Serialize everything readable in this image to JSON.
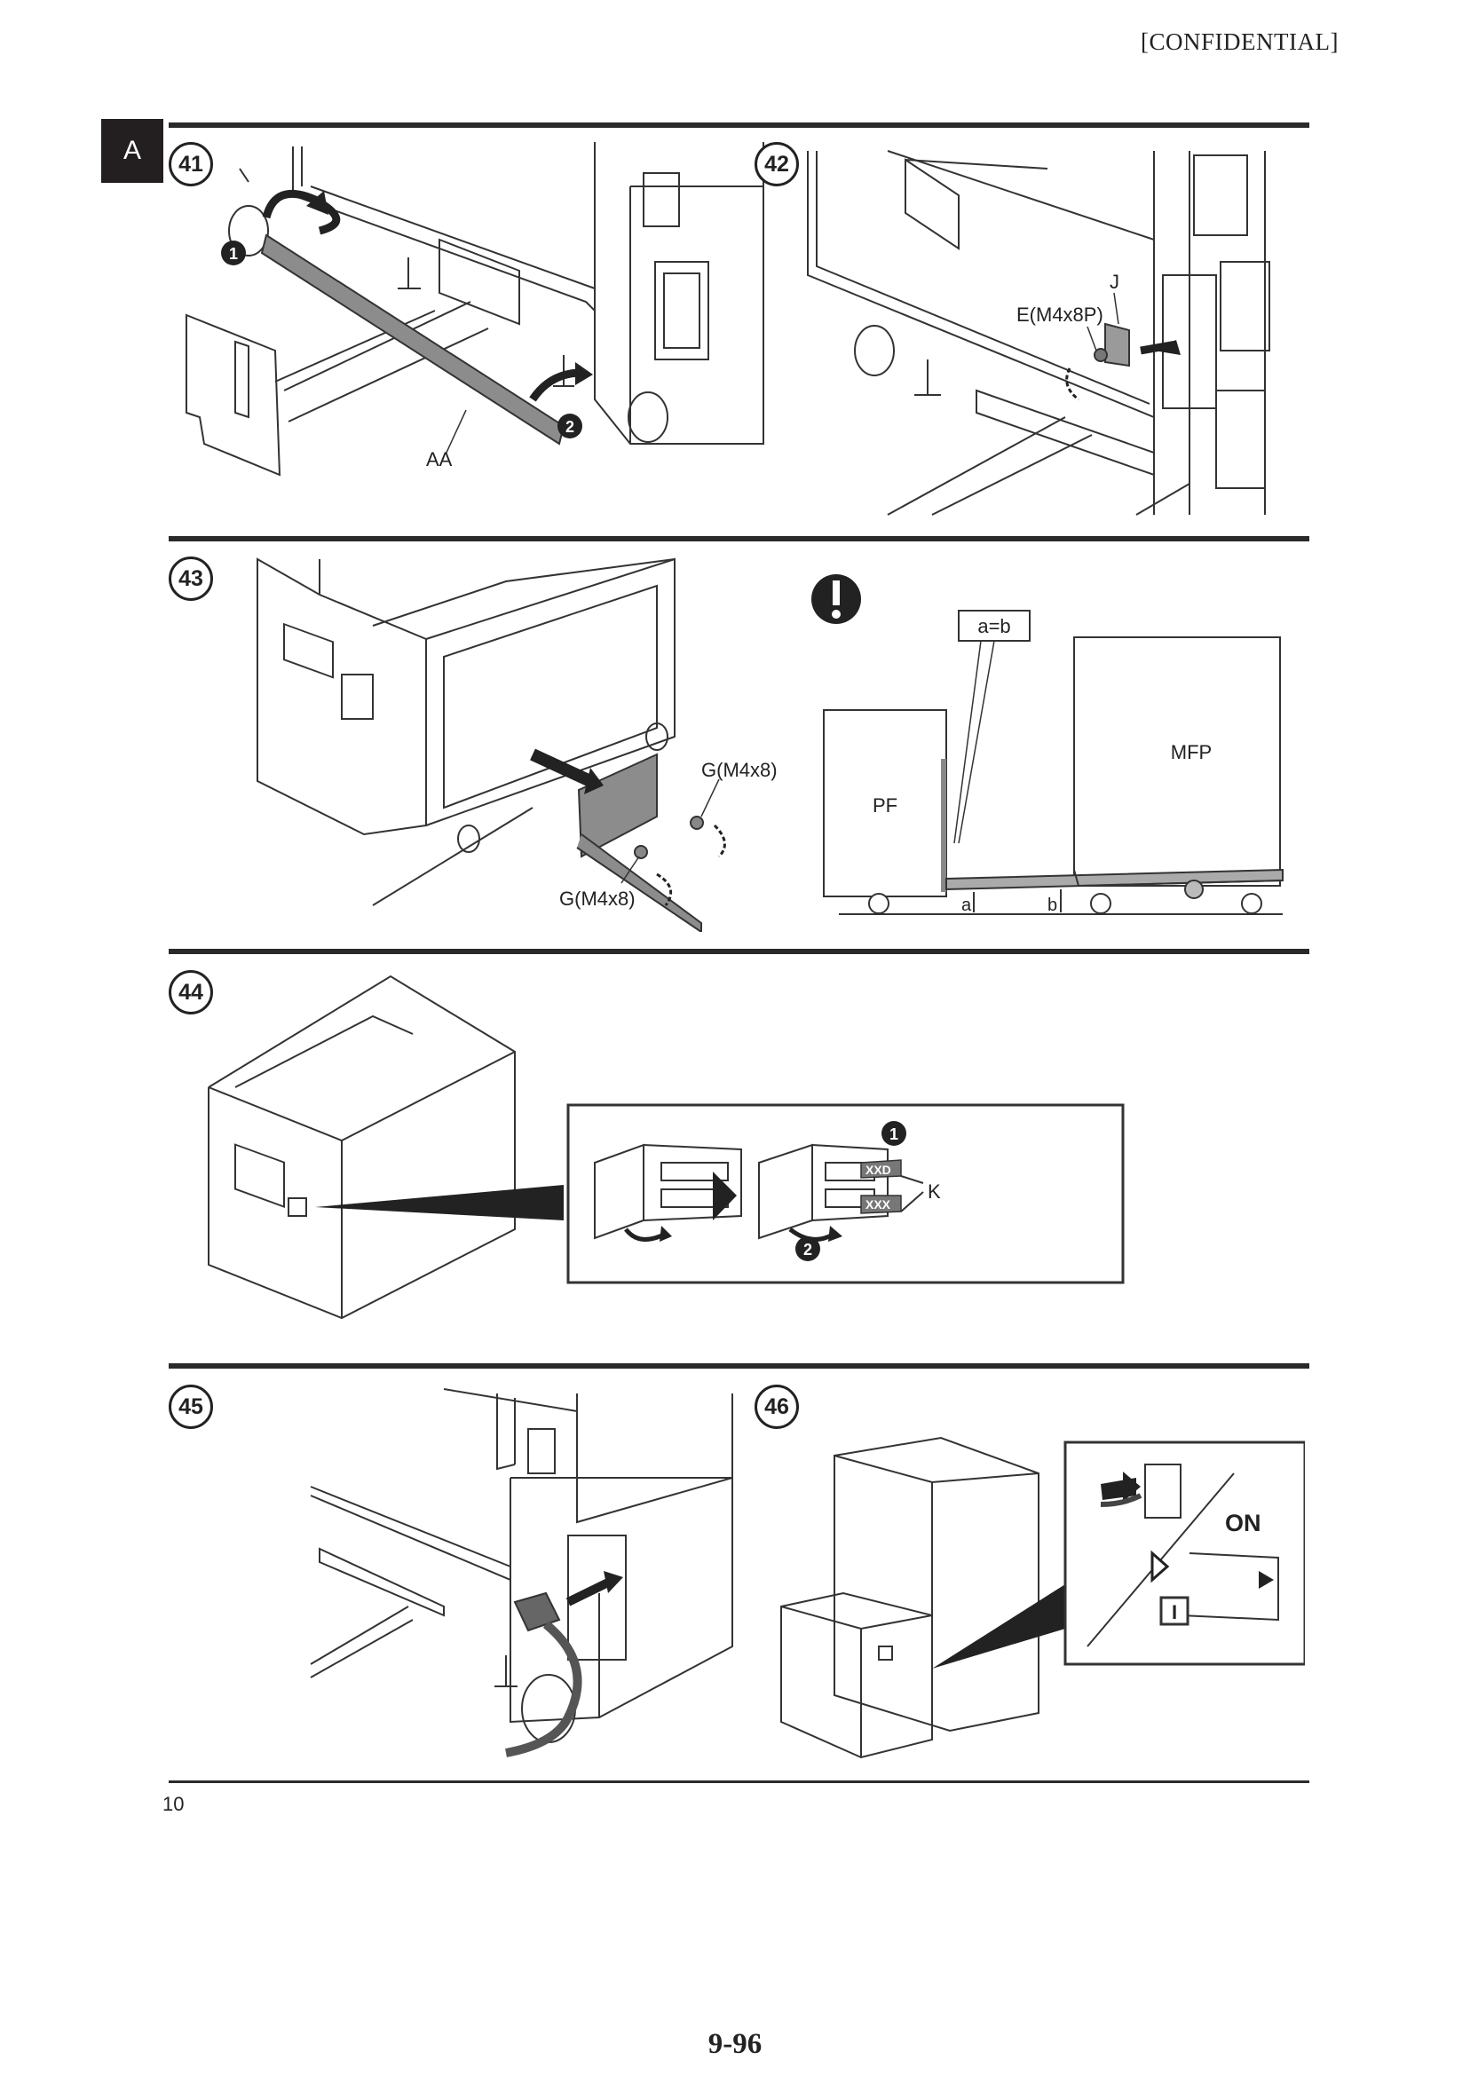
{
  "header": {
    "confidential": "[CONFIDENTIAL]",
    "section_tab": "A"
  },
  "steps": {
    "s41": {
      "number": "41",
      "callout_1": "1",
      "callout_2": "2",
      "label_aa": "AA"
    },
    "s42": {
      "number": "42",
      "label_j": "J",
      "label_screw": "E(M4x8P)"
    },
    "s43": {
      "number": "43",
      "label_screw_top": "G(M4x8)",
      "label_screw_bottom": "G(M4x8)"
    },
    "caution": {
      "icon": "exclamation-icon",
      "label_ab": "a=b",
      "label_pf": "PF",
      "label_mfp": "MFP",
      "label_a": "a",
      "label_b": "b"
    },
    "s44": {
      "number": "44",
      "callout_1": "1",
      "callout_2": "2",
      "label_k": "K",
      "tag_1": "XXD",
      "tag_2": "XXX"
    },
    "s45": {
      "number": "45"
    },
    "s46": {
      "number": "46",
      "label_on": "ON",
      "label_switch": "I"
    }
  },
  "footer": {
    "page_left": "10",
    "page_number": "9-96"
  }
}
